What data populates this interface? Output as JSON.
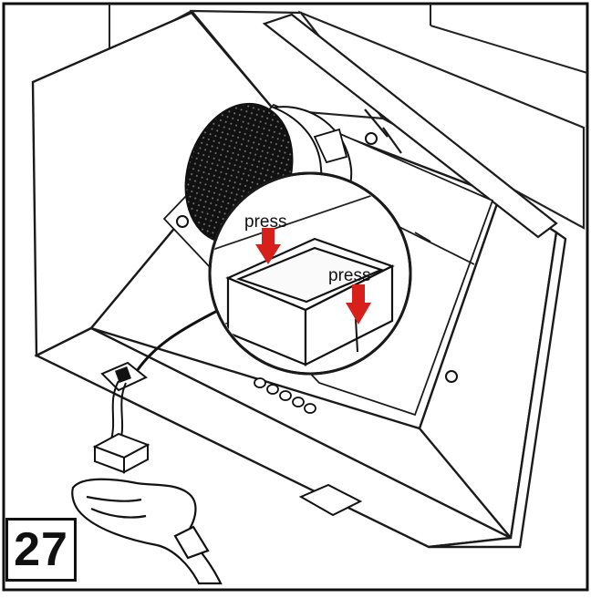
{
  "figure": {
    "step_number": "27",
    "callouts": [
      {
        "text": "press"
      },
      {
        "text": "press"
      }
    ],
    "colors": {
      "line": "#1a1a1a",
      "arrow": "#d8201b",
      "background": "#ffffff"
    }
  }
}
